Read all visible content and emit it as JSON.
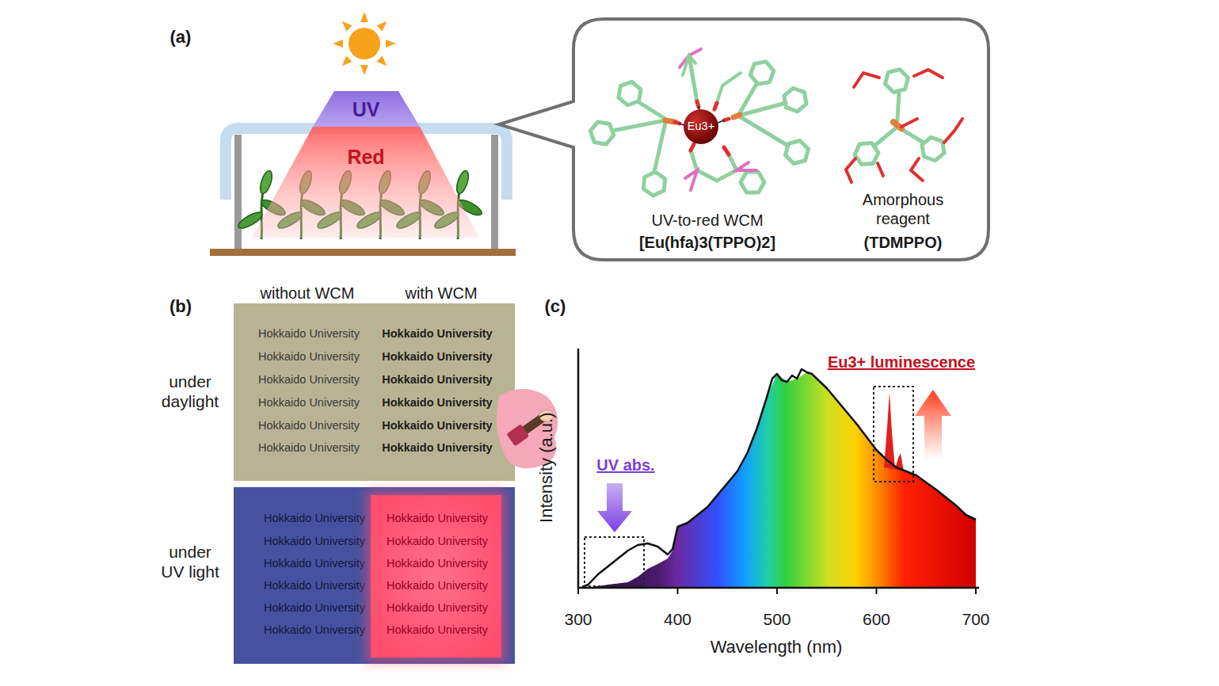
{
  "diagram": {
    "nodes": [
      {
        "text": [
          "UV"
        ]
      },
      {
        "text": [
          "Red"
        ]
      },
      {
        "text": [
          "UV-to-red WCM",
          "[Eu(hfa)3(TPPO)2]",
          "Amorphous reagent",
          "(TDMPPO)"
        ]
      },
      {
        "text": [
          "Eu3+"
        ],
        "in": 2
      },
      {
        "text": [
          "Hokkaido University",
          "Hokkaido University",
          "Hokkaido University",
          "Hokkaido University",
          "Hokkaido University",
          "Hokkaido University",
          "Hokkaido University",
          "Hokkaido University",
          "Hokkaido University",
          "Hokkaido University",
          "Hokkaido University",
          "Hokkaido University"
        ]
      },
      {
        "text": [
          "Hokkaido University",
          "Hokkaido University",
          "Hokkaido University",
          "Hokkaido University",
          "Hokkaido University",
          "Hokkaido University"
        ]
      },
      {
        "text": [
          "Hokkaido University",
          "Hokkaido University",
          "Hokkaido University",
          "Hokkaido University",
          "Hokkaido University",
          "Hokkaido University"
        ],
        "in": 5
      }
    ],
    "labels": [
      "(a)",
      "(b)",
      "(c)",
      "without WCM",
      "with WCM",
      "under daylight",
      "under UV light",
      "UV abs.",
      "Eu3+ luminescence",
      "Intensity (a.u.)",
      "300",
      "400",
      "500",
      "600",
      "700",
      "Wavelength (nm)"
    ]
  }
}
